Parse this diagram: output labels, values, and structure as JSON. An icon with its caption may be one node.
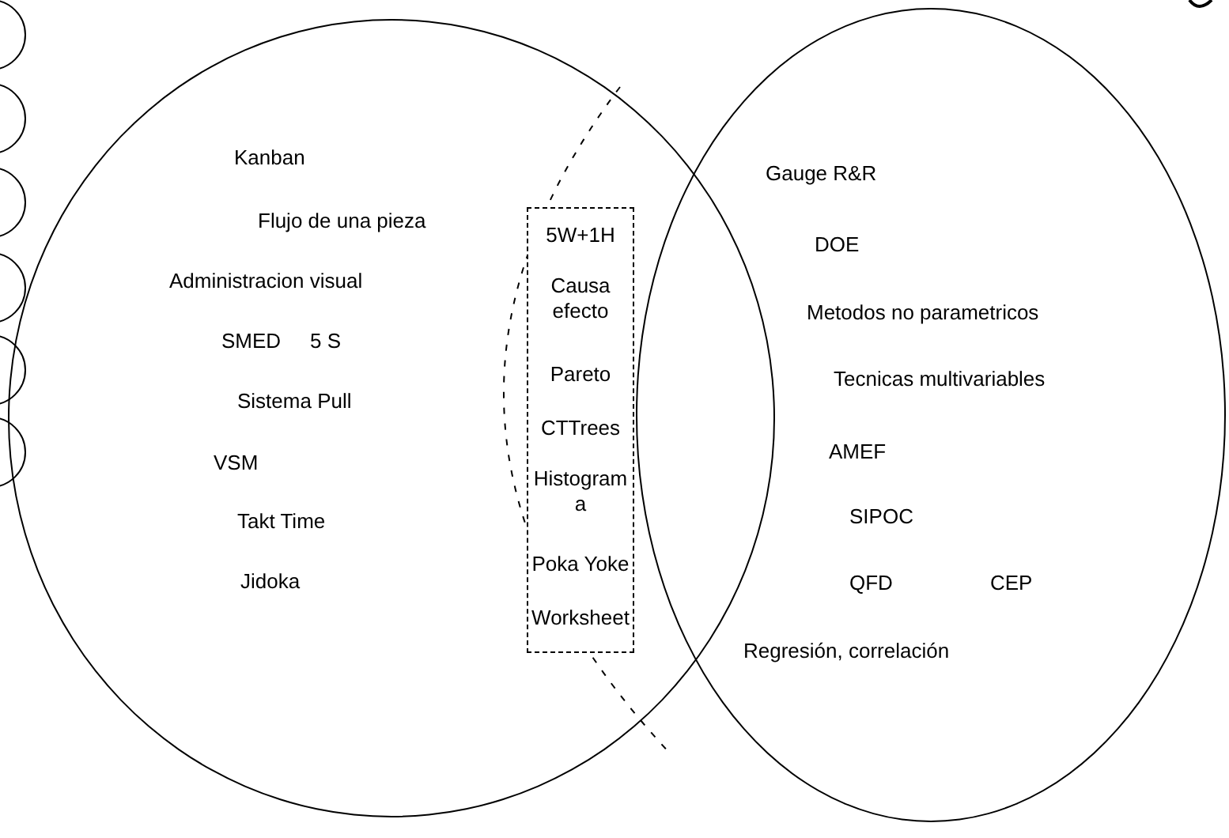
{
  "diagram": {
    "nodes": [
      {
        "text": [
          "Kanban",
          "Flujo de una pieza",
          "Administracion visual",
          "SMED",
          "5 S",
          "Sistema Pull",
          "VSM",
          "Takt Time",
          "Jidoka"
        ]
      },
      {
        "text": [
          "Gauge R&R",
          "DOE",
          "Metodos no parametricos",
          "Tecnicas multivariables",
          "AMEF",
          "SIPOC",
          "QFD",
          "CEP",
          "Regresión, correlación"
        ]
      },
      {
        "text": [
          "5W+1H",
          "Causa efecto",
          "Pareto",
          "CTTrees",
          "Histogram a",
          "Poka Yoke",
          "Worksheet"
        ],
        "in": 0
      }
    ]
  }
}
